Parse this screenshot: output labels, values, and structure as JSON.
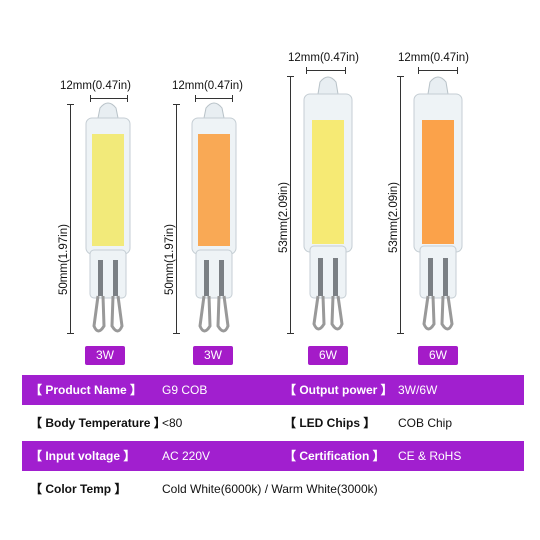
{
  "bulbs": [
    {
      "width_label": "12mm(0.47in)",
      "height_label": "50mm(1.97in)",
      "watt": "3W",
      "chip_color": "#f2ea7a"
    },
    {
      "width_label": "12mm(0.47in)",
      "height_label": "50mm(1.97in)",
      "watt": "3W",
      "chip_color": "#f9a955"
    },
    {
      "width_label": "12mm(0.47in)",
      "height_label": "53mm(2.09in)",
      "watt": "6W",
      "chip_color": "#f6ea74"
    },
    {
      "width_label": "12mm(0.47in)",
      "height_label": "53mm(2.09in)",
      "watt": "6W",
      "chip_color": "#fba24a"
    }
  ],
  "specs": [
    {
      "k1": "【 Product Name 】",
      "v1": "G9 COB",
      "k2": "【 Output power 】",
      "v2": "3W/6W"
    },
    {
      "k1": "【 Body Temperature 】",
      "v1": "<80",
      "k2": "【 LED Chips 】",
      "v2": "COB Chip"
    },
    {
      "k1": "【 Input voltage 】",
      "v1": "AC 220V",
      "k2": "【 Certification 】",
      "v2": "CE & RoHS"
    },
    {
      "k1": "【 Color Temp 】",
      "v1": "Cold White(6000k) / Warm White(3000k)"
    }
  ],
  "colors": {
    "purple": "#a11fcf"
  }
}
